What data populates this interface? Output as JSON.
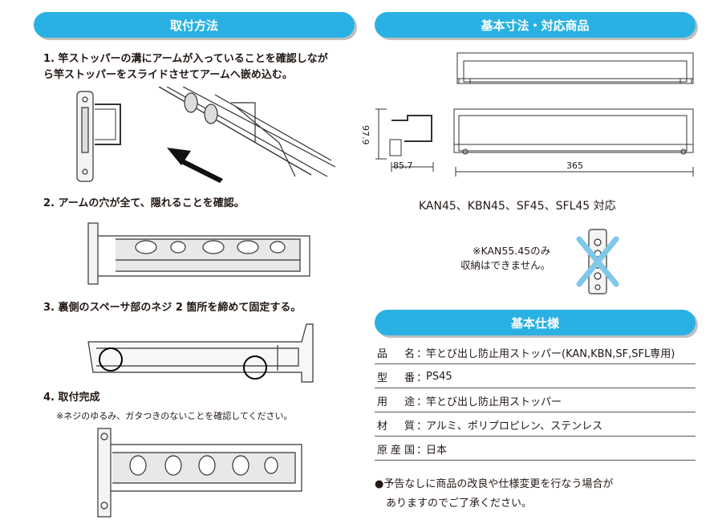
{
  "headers": {
    "install": "取付方法",
    "dimensions": "基本寸法・対応商品",
    "spec": "基本仕様"
  },
  "steps": {
    "s1": "1. 竿ストッパーの溝にアームが入っていることを確認しながら竿ストッパーをスライドさせてアームへ嵌め込む。",
    "s2": "2. アームの穴が全て、隠れることを確認。",
    "s3": "3. 裏側のスペーサ部のネジ 2 箇所を締めて固定する。",
    "s4": "4. 取付完成",
    "s4_note": "※ネジのゆるみ、ガタつきのないことを確認してください。"
  },
  "dimensions": {
    "height": "97.9",
    "depth": "85.7",
    "width": "365"
  },
  "compat": "KAN45、KBN45、SF45、SFL45 対応",
  "kan_note": [
    "※KAN55.45のみ",
    "収納はできません。"
  ],
  "spec": [
    {
      "label": "品名",
      "value": "竿とび出し防止用ストッパー(KAN,KBN,SF,SFL専用)"
    },
    {
      "label": "型番",
      "value": "PS45"
    },
    {
      "label": "用途",
      "value": "竿とび出し防止用ストッパー"
    },
    {
      "label": "材質",
      "value": "アルミ、ポリプロピレン、ステンレス"
    },
    {
      "label": "原産国",
      "value": "日本"
    }
  ],
  "notice": [
    "●予告なしに商品の改良や仕様変更を行なう場合が",
    "ありますのでご了承ください。"
  ],
  "colors": {
    "accent": "#2ab1e3",
    "cross": "#7ec8ea"
  }
}
